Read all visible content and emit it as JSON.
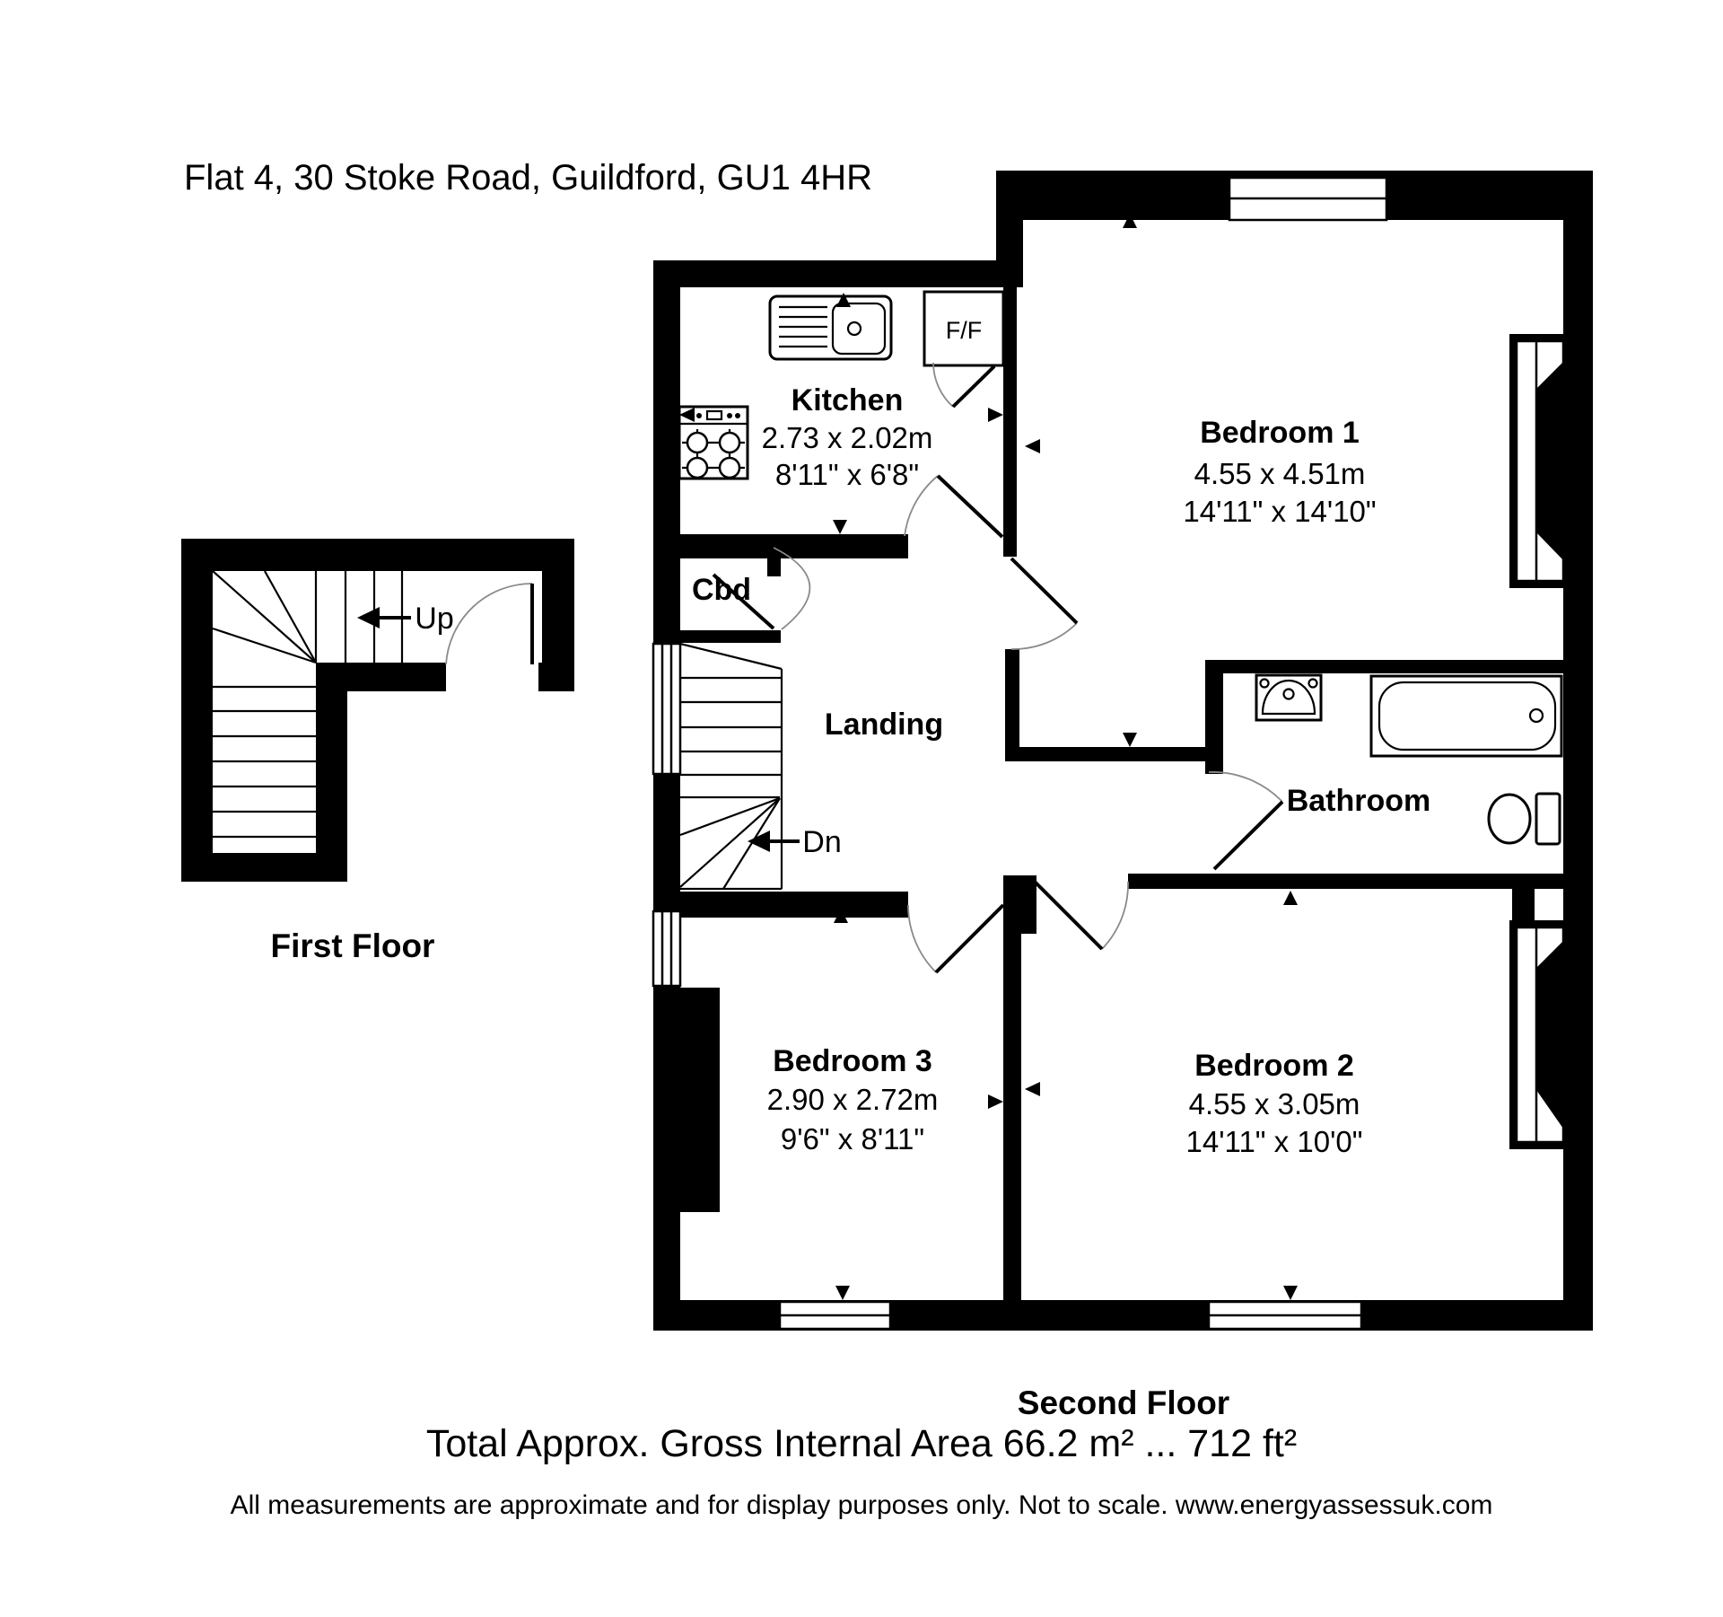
{
  "title": "Flat 4, 30 Stoke Road, Guildford, GU1 4HR",
  "floors": {
    "first": {
      "label": "First Floor",
      "stairs_up": "Up"
    },
    "second": {
      "label": "Second Floor",
      "stairs_down": "Dn"
    }
  },
  "rooms": {
    "kitchen": {
      "name": "Kitchen",
      "metric": "2.73 x 2.02m",
      "imperial": "8'11\" x 6'8\""
    },
    "bedroom1": {
      "name": "Bedroom 1",
      "metric": "4.55 x 4.51m",
      "imperial": "14'11\" x 14'10\""
    },
    "bedroom2": {
      "name": "Bedroom 2",
      "metric": "4.55 x 3.05m",
      "imperial": "14'11\" x 10'0\""
    },
    "bedroom3": {
      "name": "Bedroom 3",
      "metric": "2.90 x 2.72m",
      "imperial": "9'6\" x 8'11\""
    },
    "bathroom": {
      "name": "Bathroom"
    },
    "landing": {
      "name": "Landing"
    },
    "cbd": {
      "name": "Cbd"
    },
    "fridge_freezer": {
      "label": "F/F"
    }
  },
  "footer": {
    "area": "Total Approx. Gross Internal Area 66.2 m² ... 712 ft²",
    "disclaimer": "All measurements are approximate and for display purposes only. Not to scale. www.energyassessuk.com"
  },
  "colors": {
    "wall": "#000000",
    "background": "#ffffff",
    "door_arc": "#8a8a8a"
  }
}
